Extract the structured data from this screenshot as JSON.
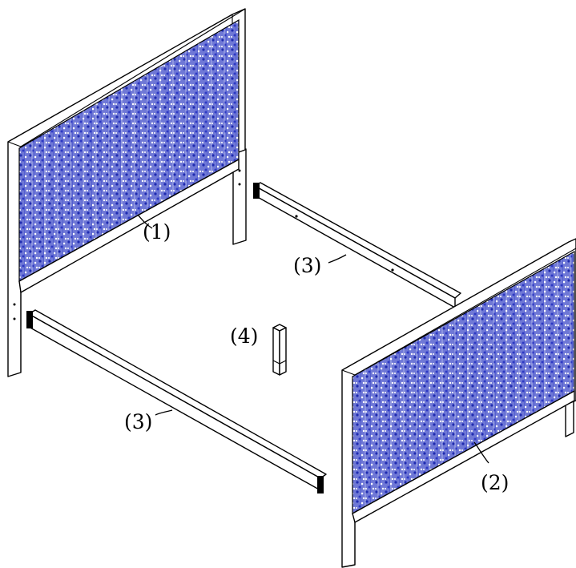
{
  "labels": {
    "headboard": "(1)",
    "footboard": "(2)",
    "rail_back": "(3)",
    "rail_front": "(3)",
    "center_leg": "(4)"
  },
  "colors": {
    "fabric_fill": "#6f78d6",
    "fabric_dot": "#2431b8",
    "fabric_light": "#ffffff",
    "line": "#000000"
  }
}
